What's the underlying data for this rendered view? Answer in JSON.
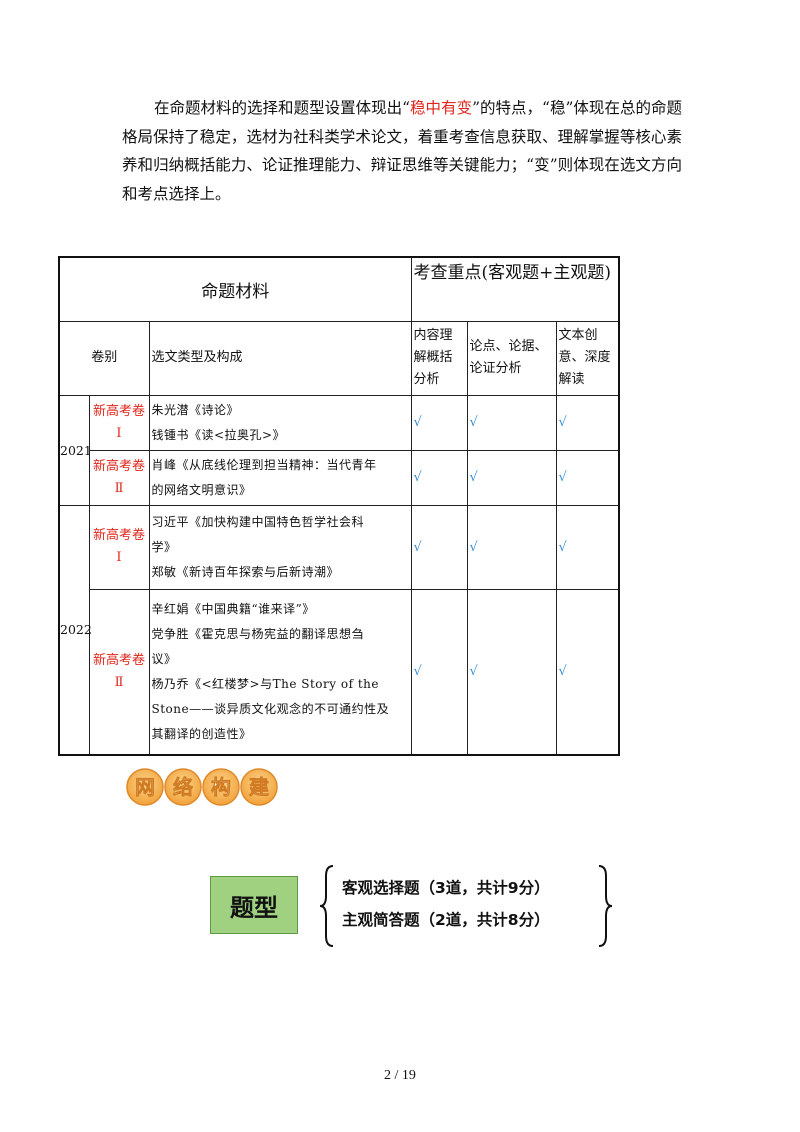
{
  "intro": {
    "part1": "在命题材料的选择和题型设置体现出“",
    "highlight": "稳中有变",
    "part2": "”的特点，“稳”体现在总的命题格局保持了稳定，选材为社科类学术论文，着重考查信息获取、理解掌握等核心素养和归纳概括能力、论证推理能力、辩证思维等关键能力；“变”则体现在选文方向和考点选择上。"
  },
  "table": {
    "header_material": "命题材料",
    "header_focus": "考查重点(客观题+主观题)",
    "col_juan": "卷别",
    "col_type": "选文类型及构成",
    "col_focus1": "内容理解概括分析",
    "col_focus2": "论点、论据、论证分析",
    "col_focus3": "文本创意、深度解读",
    "check": "√",
    "years": [
      "2021",
      "2022"
    ],
    "rows": [
      {
        "juan_line1": "新高考卷",
        "juan_line2": "Ⅰ",
        "materials": [
          "朱光潜《诗论》",
          "钱锺书《读<拉奥孔>》"
        ]
      },
      {
        "juan_line1": "新高考卷",
        "juan_line2": "Ⅱ",
        "materials": [
          "肖峰《从底线伦理到担当精神：当代青年",
          "的网络文明意识》"
        ]
      },
      {
        "juan_line1": "新高考卷",
        "juan_line2": "Ⅰ",
        "materials": [
          "习近平《加快构建中国特色哲学社会科",
          "学》",
          "郑敏《新诗百年探索与后新诗潮》"
        ]
      },
      {
        "juan_line1": "新高考卷",
        "juan_line2": "Ⅱ",
        "materials": [
          "辛红娟《中国典籍“谁来译”》",
          "党争胜《霍克思与杨宪益的翻译思想刍",
          "议》",
          "杨乃乔《<红楼梦>与The Story of the",
          "Stone——谈异质文化观念的不可通约性及",
          "其翻译的创造性》"
        ]
      }
    ]
  },
  "badge": {
    "chars": [
      "网",
      "络",
      "构",
      "建"
    ]
  },
  "question_types": {
    "label": "题型",
    "objective": "客观选择题（3道，共计9分）",
    "subjective": "主观简答题（2道，共计8分）"
  },
  "page": {
    "number": "2 / 19"
  }
}
